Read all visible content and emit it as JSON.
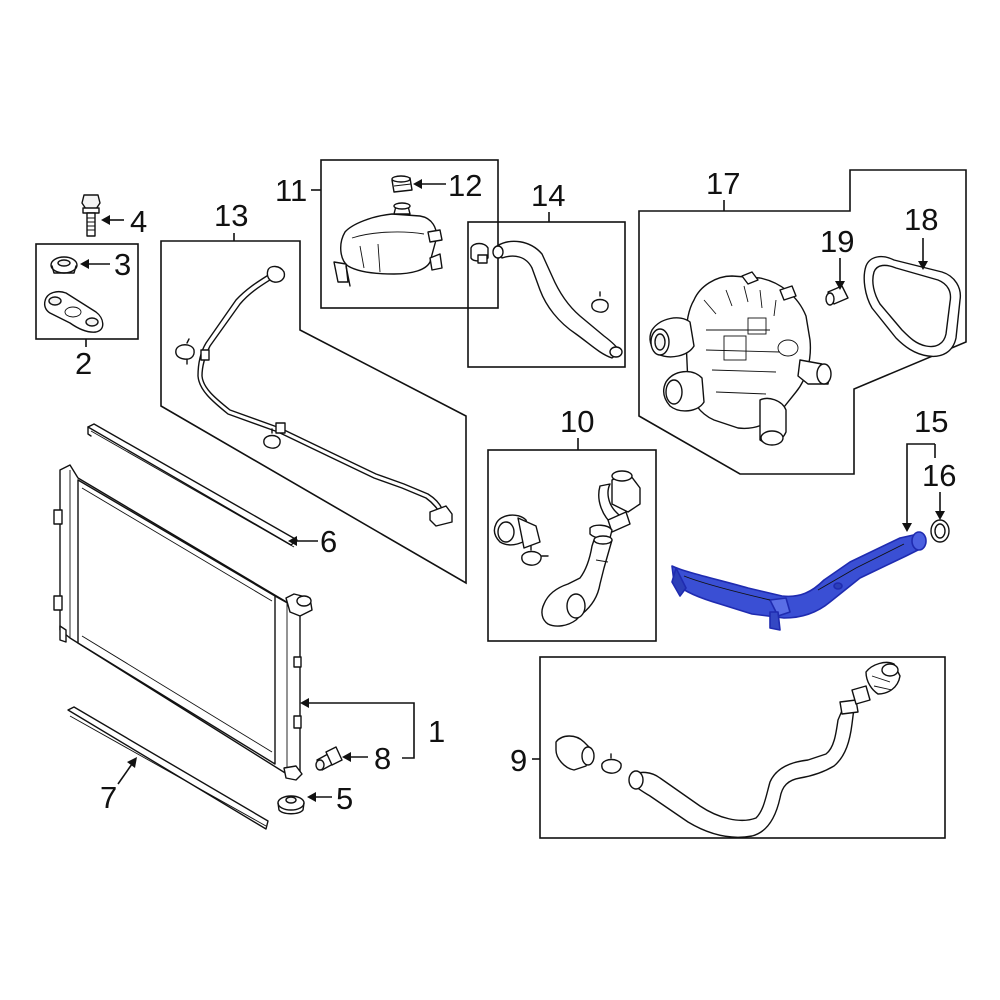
{
  "diagram": {
    "callouts": {
      "n1": "1",
      "n2": "2",
      "n3": "3",
      "n4": "4",
      "n5": "5",
      "n6": "6",
      "n7": "7",
      "n8": "8",
      "n9": "9",
      "n10": "10",
      "n11": "11",
      "n12": "12",
      "n13": "13",
      "n14": "14",
      "n15": "15",
      "n16": "16",
      "n17": "17",
      "n18": "18",
      "n19": "19"
    },
    "highlight_color": "#3a4fd4",
    "line_color": "#111111",
    "background": "#ffffff"
  }
}
